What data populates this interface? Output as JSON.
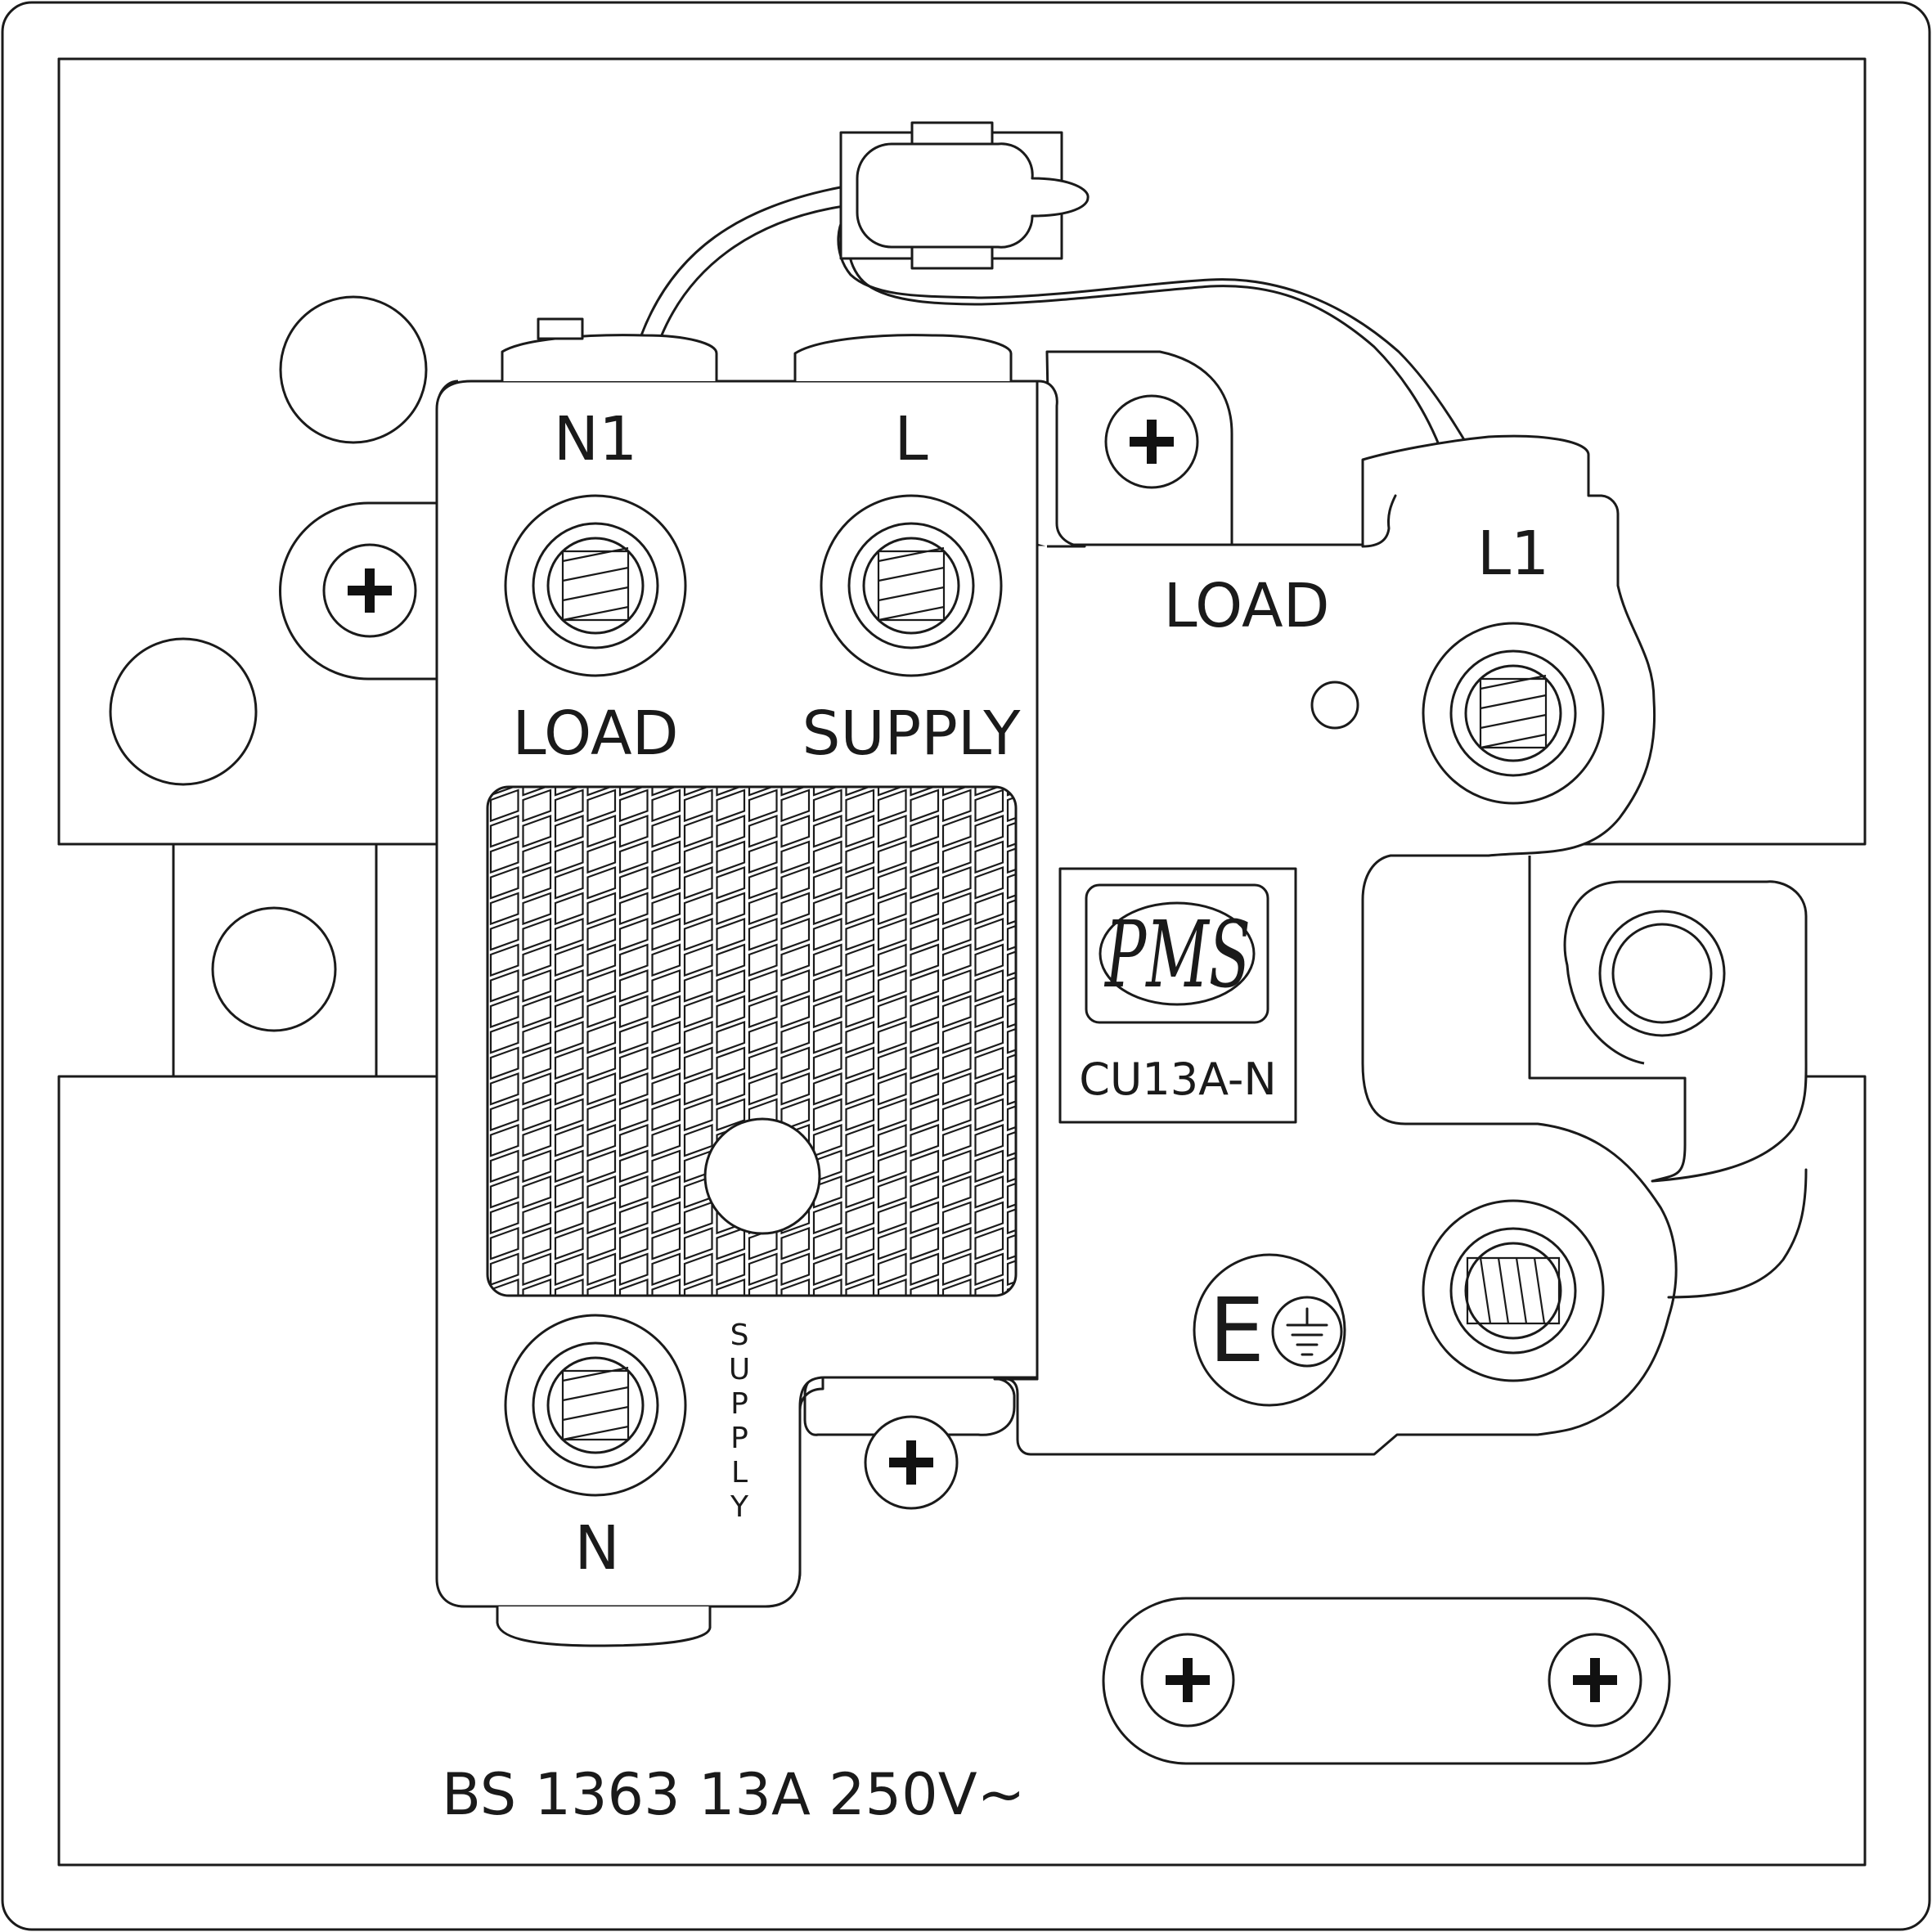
{
  "terminals": {
    "n1": {
      "label": "N1",
      "function": "LOAD"
    },
    "l": {
      "label": "L",
      "function": "SUPPLY"
    },
    "l1": {
      "label": "L1",
      "function": "LOAD"
    },
    "n": {
      "label": "N",
      "function": "SUPPLY"
    },
    "earth": {
      "label": "E"
    }
  },
  "logo": {
    "text": "PMS",
    "model": "CU13A-N"
  },
  "rating": "BS 1363 13A 250V~",
  "icons": {
    "mounting_screw": "plus-screw-icon",
    "earth_symbol": "earth-ground-icon",
    "fuse": "fuse-icon",
    "neon_indicator": "neon-indicator-icon"
  }
}
